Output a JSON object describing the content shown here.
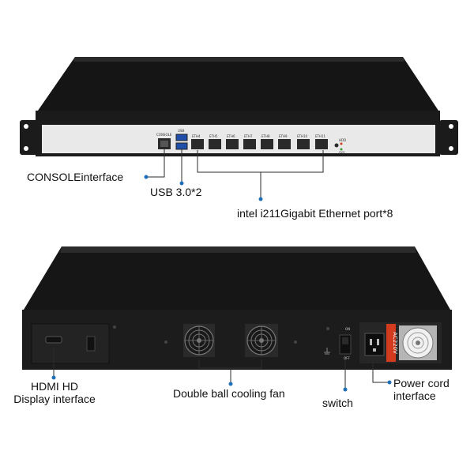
{
  "front": {
    "console_label": "CONSOLE",
    "usb_label": "USB",
    "eth_ports": [
      "ETH4",
      "ETH5",
      "ETH6",
      "ETH7",
      "ETH8",
      "ETH9",
      "ETH10",
      "ETH11"
    ],
    "hdd_label": "HDD",
    "sys_label": "SYS"
  },
  "back": {
    "on_label": "ON",
    "off_label": "OFF",
    "voltage_label": "AC220V"
  },
  "callouts": {
    "console": "CONSOLEinterface",
    "usb": "USB 3.0*2",
    "ethernet": "intel i211Gigabit Ethernet port*8",
    "hdmi_line1": "HDMI HD",
    "hdmi_line2": "Display interface",
    "fan": "Double ball cooling fan",
    "switch": "switch",
    "power_line1": "Power cord",
    "power_line2": "interface"
  },
  "colors": {
    "chassis": "#1b1b1b",
    "panel": "#e9e9e9",
    "leader": "#2b2b2b",
    "dot": "#1e6fb8",
    "red_label": "#d23b1e"
  }
}
